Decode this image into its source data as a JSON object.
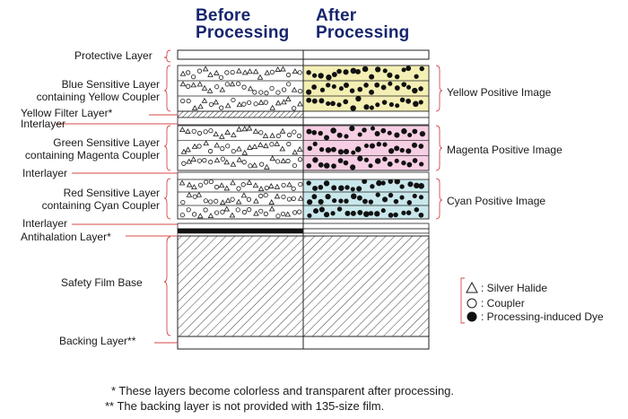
{
  "headers": {
    "before": [
      "Before",
      "Processing"
    ],
    "after": [
      "After",
      "Processing"
    ]
  },
  "left_labels": {
    "protective": "Protective Layer",
    "blue": [
      "Blue Sensitive Layer",
      "containing Yellow Coupler"
    ],
    "yellow_filter": "Yellow Filter Layer*",
    "interlayer_1": "Interlayer",
    "green": [
      "Green Sensitive Layer",
      "containing Magenta Coupler"
    ],
    "interlayer_2": "Interlayer",
    "red": [
      "Red Sensitive Layer",
      "containing Cyan Coupler"
    ],
    "interlayer_3": "Interlayer",
    "antihalation": "Antihalation Layer*",
    "base": "Safety Film Base",
    "backing": "Backing Layer**"
  },
  "right_labels": {
    "yellow": "Yellow Positive Image",
    "magenta": "Magenta Positive Image",
    "cyan": "Cyan Positive Image"
  },
  "legend": {
    "items": [
      {
        "symbol": "triangle",
        "label": ": Silver Halide"
      },
      {
        "symbol": "open-circle",
        "label": ": Coupler"
      },
      {
        "symbol": "filled-circle",
        "label": ": Processing-induced Dye"
      }
    ]
  },
  "footnotes": [
    "* These layers become colorless and transparent after processing.",
    "** The backing layer is not provided with 135-size film."
  ],
  "colors": {
    "header": "#17256e",
    "yellow_tint": "#f4efb4",
    "magenta_tint": "#f6cfe4",
    "cyan_tint": "#c9e8ec",
    "leader": "#d84848"
  }
}
